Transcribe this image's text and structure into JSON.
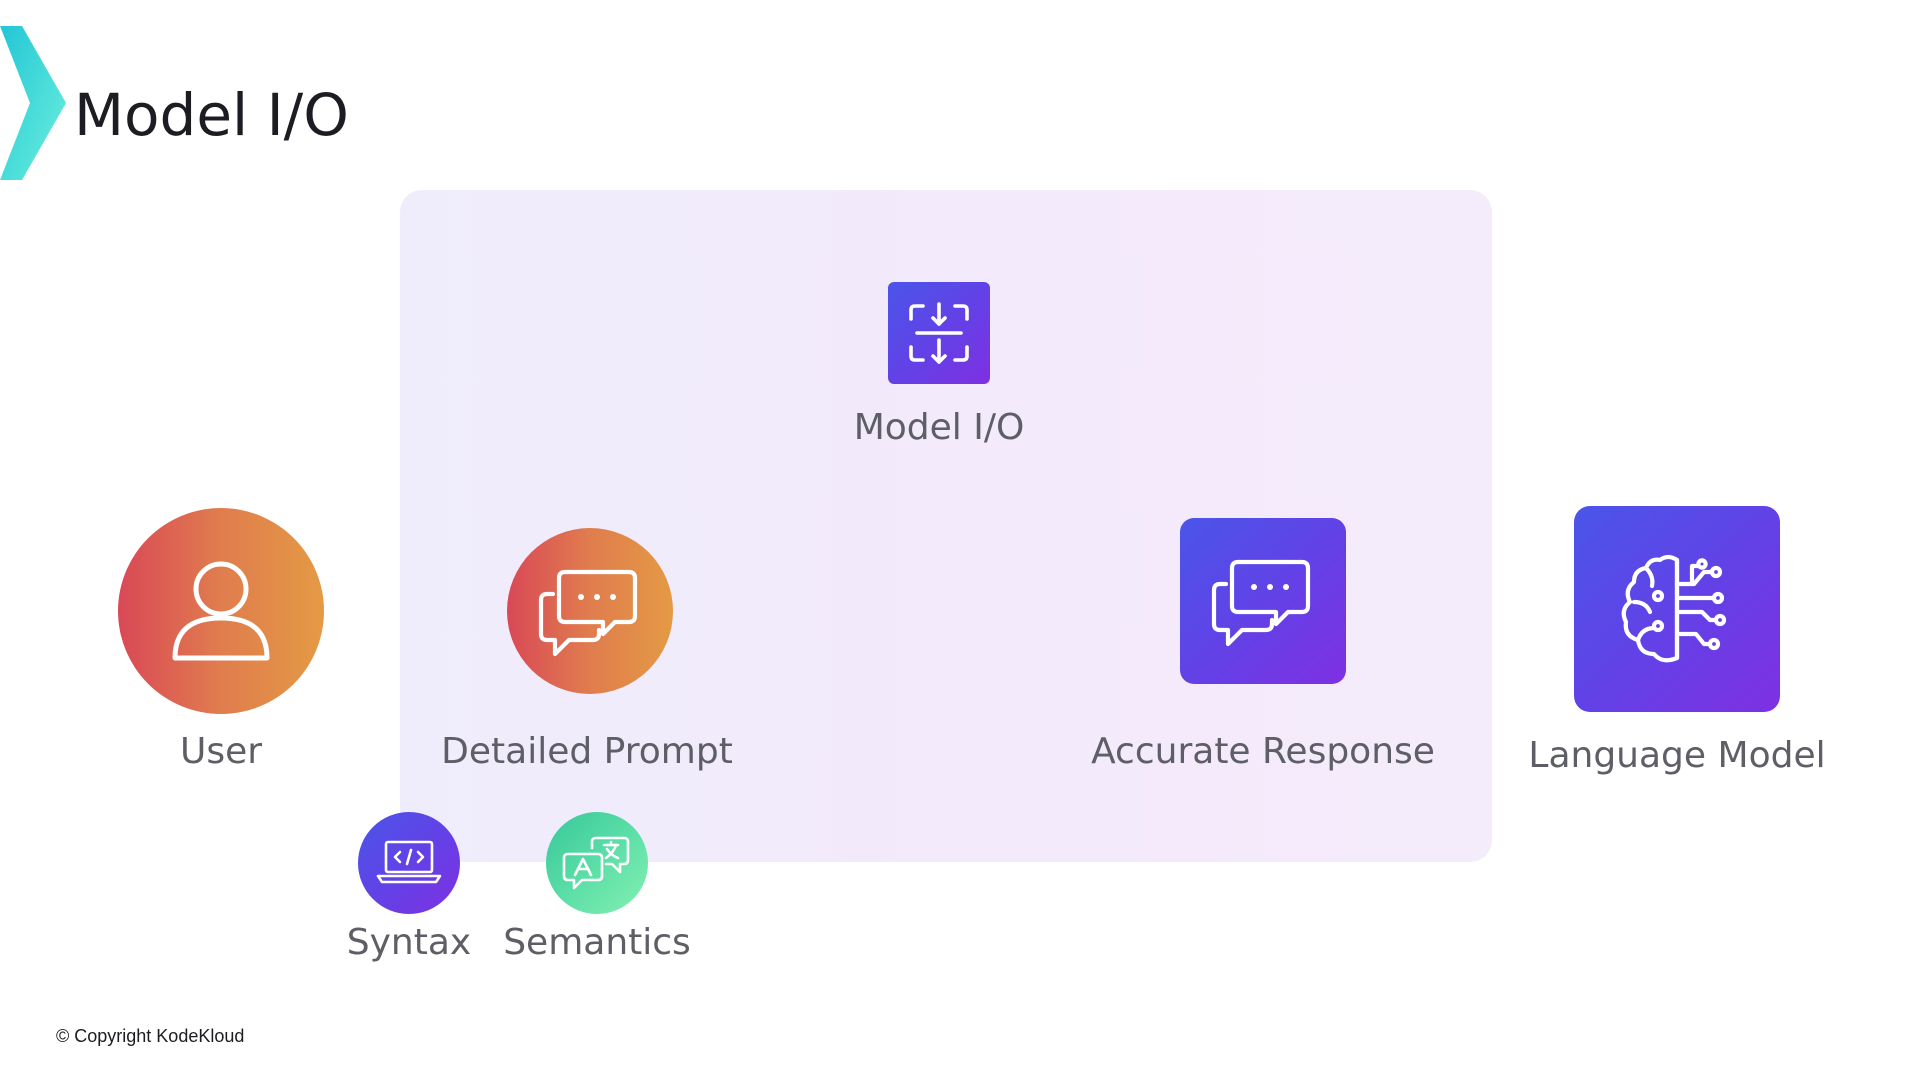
{
  "title": "Model I/O",
  "nodes": {
    "model_io": {
      "label": "Model I/O",
      "icon": "scan-arrows-icon"
    },
    "user": {
      "label": "User",
      "icon": "person-icon"
    },
    "detailed_prompt": {
      "label": "Detailed Prompt",
      "icon": "chat-bubbles-icon"
    },
    "accurate_response": {
      "label": "Accurate Response",
      "icon": "chat-bubbles-icon"
    },
    "language_model": {
      "label": "Language Model",
      "icon": "brain-circuit-icon"
    },
    "syntax": {
      "label": "Syntax",
      "icon": "laptop-code-icon"
    },
    "semantics": {
      "label": "Semantics",
      "icon": "translate-bubbles-icon"
    }
  },
  "footer": {
    "copyright": "© Copyright KodeKloud"
  },
  "colors": {
    "accent_teal": "#3fdcd0",
    "orange_gradient": [
      "#d94856",
      "#e49a44"
    ],
    "purple_gradient": [
      "#4a55e9",
      "#7f30e2"
    ],
    "green_gradient": [
      "#36c79a",
      "#84f0b2"
    ],
    "panel": "#f1ecfb",
    "label_text": "#5e5e66"
  }
}
